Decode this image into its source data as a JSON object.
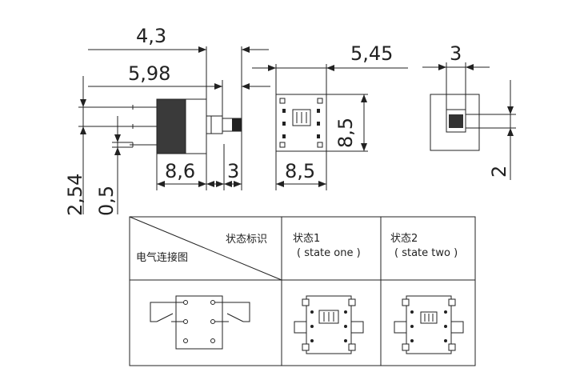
{
  "dimensions": {
    "top_4_3": "4,3",
    "top_5_98": "5,98",
    "top_5_45": "5,45",
    "top_3": "3",
    "side_8_5": "8,5",
    "right_2": "2",
    "left_2_54": "2,54",
    "left_0_5": "0,5",
    "bottom_8_6": "8,6",
    "bottom_3": "3",
    "bottom_8_5": "8,5"
  },
  "table": {
    "header_top_right": "状态标识",
    "header_bottom_left": "电气连接图",
    "state1_cn": "状态1",
    "state1_en": "( state one )",
    "state2_cn": "状态2",
    "state2_en": "( state two )"
  }
}
